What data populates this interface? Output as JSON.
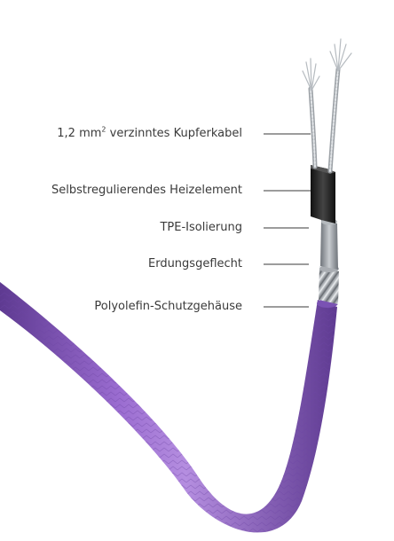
{
  "labels": {
    "copper_wire_prefix": "1,2 mm",
    "copper_wire_sup": "2",
    "copper_wire_suffix": " verzinntes Kupferkabel",
    "heating_element": "Selbstregulierendes Heizelement",
    "tpe_insulation": "TPE-Isolierung",
    "ground_braid": "Erdungsgeflecht",
    "outer_jacket": "Polyolefin-Schutzgehäuse"
  },
  "colors": {
    "jacket": "#8a5cc0",
    "jacket_dark": "#5e3a91",
    "jacket_light": "#b58ee0",
    "braid": "#b4b8bc",
    "tpe": "#9ea3a8",
    "heater": "#222222",
    "copper": "#c9ccd0",
    "leader_line": "#3a3a3a",
    "label_text": "#3a3a3a"
  }
}
